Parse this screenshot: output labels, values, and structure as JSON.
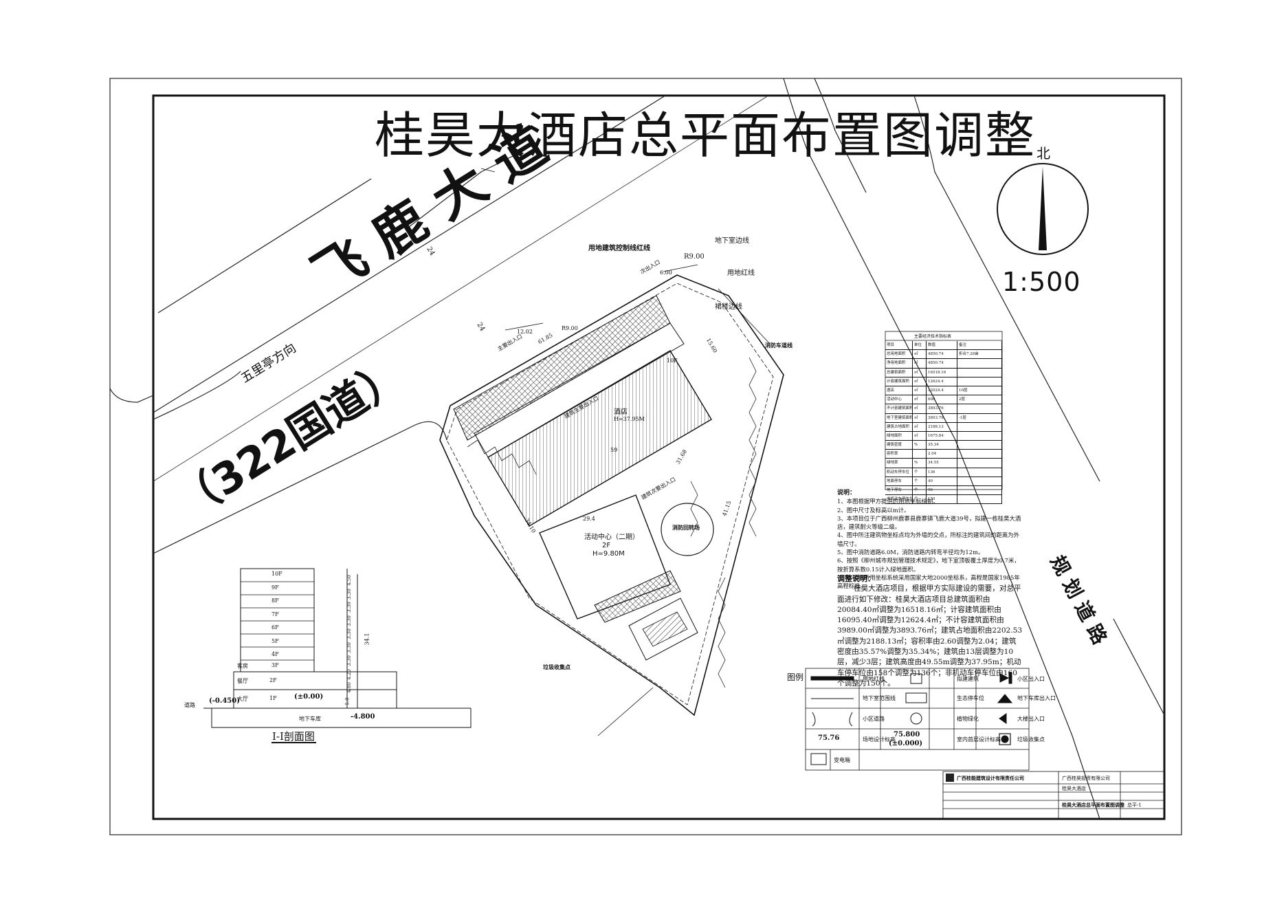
{
  "title": "桂昊大酒店总平面布置图调整",
  "north": "北",
  "scale": "1:500",
  "roads": {
    "feilu_road": "飞 鹿 大 道",
    "national_road": "（322国道）",
    "wuli_direction": "五里亭方向",
    "planned_road": "规 划 道 路",
    "road_width_1": "24",
    "road_width_2": "24"
  },
  "site_labels": {
    "control_line": "用地建筑控制线红线",
    "basement_line": "地下室边线",
    "land_red_line": "用地红线",
    "podium_line": "裙楼边线",
    "secondary_entrance": "次出入口",
    "fire_lane": "消防车道线",
    "hotel": "酒店",
    "hotel_height": "H=37.95M",
    "activity_center": "活动中心（二期）",
    "activity_floors": "2F",
    "activity_height": "H=9.80M",
    "fire_yard": "消防回转场",
    "garbage_point": "垃圾收集点",
    "main_entrance_1": "建筑主要出入口",
    "main_entrance_2": "建筑次要出入口",
    "main_exit": "主要出入口",
    "floors_hotel": "10F"
  },
  "dimensions": {
    "d1": "12.02",
    "d2": "61.85",
    "d3": "R9.00",
    "d4": "R9.00",
    "d5": "6.00",
    "d6": "59",
    "d7": "29.4",
    "d8": "31.68",
    "d9": "41.15",
    "d10": "34.10",
    "d11": "15.60"
  },
  "indicator_table": {
    "title": "主要经济技术指标表",
    "headers": [
      "项目",
      "单位",
      "数值",
      "备注"
    ],
    "rows": [
      [
        "总用地面积",
        "㎡",
        "4850.74",
        "折合7.28亩"
      ],
      [
        "净用地面积",
        "㎡",
        "4850.74",
        ""
      ],
      [
        "总建筑面积",
        "㎡",
        "16518.16",
        ""
      ],
      [
        "计容建筑面积",
        "㎡",
        "12624.4",
        ""
      ],
      [
        "酒店",
        "㎡",
        "12024.4",
        "10层"
      ],
      [
        "活动中心",
        "㎡",
        "600",
        "2层"
      ],
      [
        "不计容建筑面积",
        "㎡",
        "3893.76",
        ""
      ],
      [
        "地下室建筑面积",
        "㎡",
        "3893.76",
        "-1层"
      ],
      [
        "建筑占地面积",
        "㎡",
        "2188.13",
        ""
      ],
      [
        "绿地面积",
        "㎡",
        "1675.84",
        ""
      ],
      [
        "建筑密度",
        "%",
        "35.34",
        ""
      ],
      [
        "容积率",
        "",
        "2.04",
        ""
      ],
      [
        "绿地率",
        "%",
        "34.55",
        ""
      ],
      [
        "机动车停车位",
        "个",
        "136",
        ""
      ],
      [
        "地面停车",
        "个",
        "40",
        ""
      ],
      [
        "地下停车",
        "个",
        "96",
        ""
      ],
      [
        "非机动车停车位",
        "个",
        "150",
        ""
      ]
    ]
  },
  "notes": {
    "heading": "说明：",
    "items": [
      "1、本图根据甲方提供的用地坐标绘制。",
      "2、图中尺寸及标高以m计。",
      "3、本项目位于广西柳州鹿寨县鹿寨镇飞鹿大道39号，拟建一栋桂昊大酒店，建筑耐火等级二级。",
      "4、图中所注建筑物坐标点均为外墙的交点，所标注的建筑间的距离为外墙尺寸。",
      "5、图中消防道路6.0M，消防道路内转弯半径均为12m。",
      "6、按照《柳州城市规划管理技术规定》，地下室顶板覆土厚度为0.7米，按折算系数0.15计入绿地面积。",
      "7、本项目所用坐标系统采用国家大地2000坐标系，高程是国家1985年高程标准。"
    ]
  },
  "adjustment": {
    "heading": "调整说明：",
    "text": "桂昊大酒店项目，根据甲方实际建设的需要，对总平面进行如下修改：桂昊大酒店项目总建筑面积由20084.40㎡调整为16518.16㎡；计容建筑面积由16095.40㎡调整为12624.4㎡；不计容建筑面积由3989.00㎡调整为3893.76㎡；建筑占地面积由2202.53㎡调整为2188.13㎡；容积率由2.60调整为2.04；建筑密度由35.57%调整为35.34%；建筑由13层调整为10层，减少3层；建筑高度由49.55m调整为37.95m；机动车停车位由158个调整为136个；非机动车停车位由160个调整为150个。"
  },
  "legend": {
    "title": "图例",
    "items": [
      [
        "用地红线",
        "拟建建筑",
        "小区出入口"
      ],
      [
        "地下室范围线",
        "生态停车位",
        "地下车库出入口"
      ],
      [
        "小区道路",
        "植物绿化",
        "大楼出入口"
      ],
      [
        "场地设计标高",
        "室内首层设计标高",
        "垃圾收集点"
      ],
      [
        "变电箱",
        "",
        ""
      ]
    ],
    "site_elev": "75.76",
    "indoor_elev": "75.800",
    "indoor_elev_rel": "(±0.000)"
  },
  "section": {
    "label": "I-I剖面图",
    "floors": [
      "10F",
      "9F",
      "8F",
      "7F",
      "6F",
      "5F",
      "4F",
      "3F",
      "2F",
      "1F"
    ],
    "room_3f": "客房",
    "room_2f": "餐厅",
    "room_1f": "大厅",
    "road": "道路",
    "road_elev": "(-0.450)",
    "ground_elev": "(±0.00)",
    "basement": "地下车库",
    "basement_elev": "-4.800",
    "heights": [
      "4.50",
      "3.30",
      "3.30",
      "3.30",
      "3.30",
      "3.30",
      "3.30",
      "4.20",
      "4.80",
      "5.0"
    ],
    "total": "34.1"
  },
  "title_block": {
    "company": "广西桂能建筑设计有限责任公司",
    "client": "广西桂昊投资有限公司",
    "project": "桂昊大酒店",
    "drawing": "桂昊大酒店总平面布置图调整",
    "sheet": "总平-1"
  }
}
